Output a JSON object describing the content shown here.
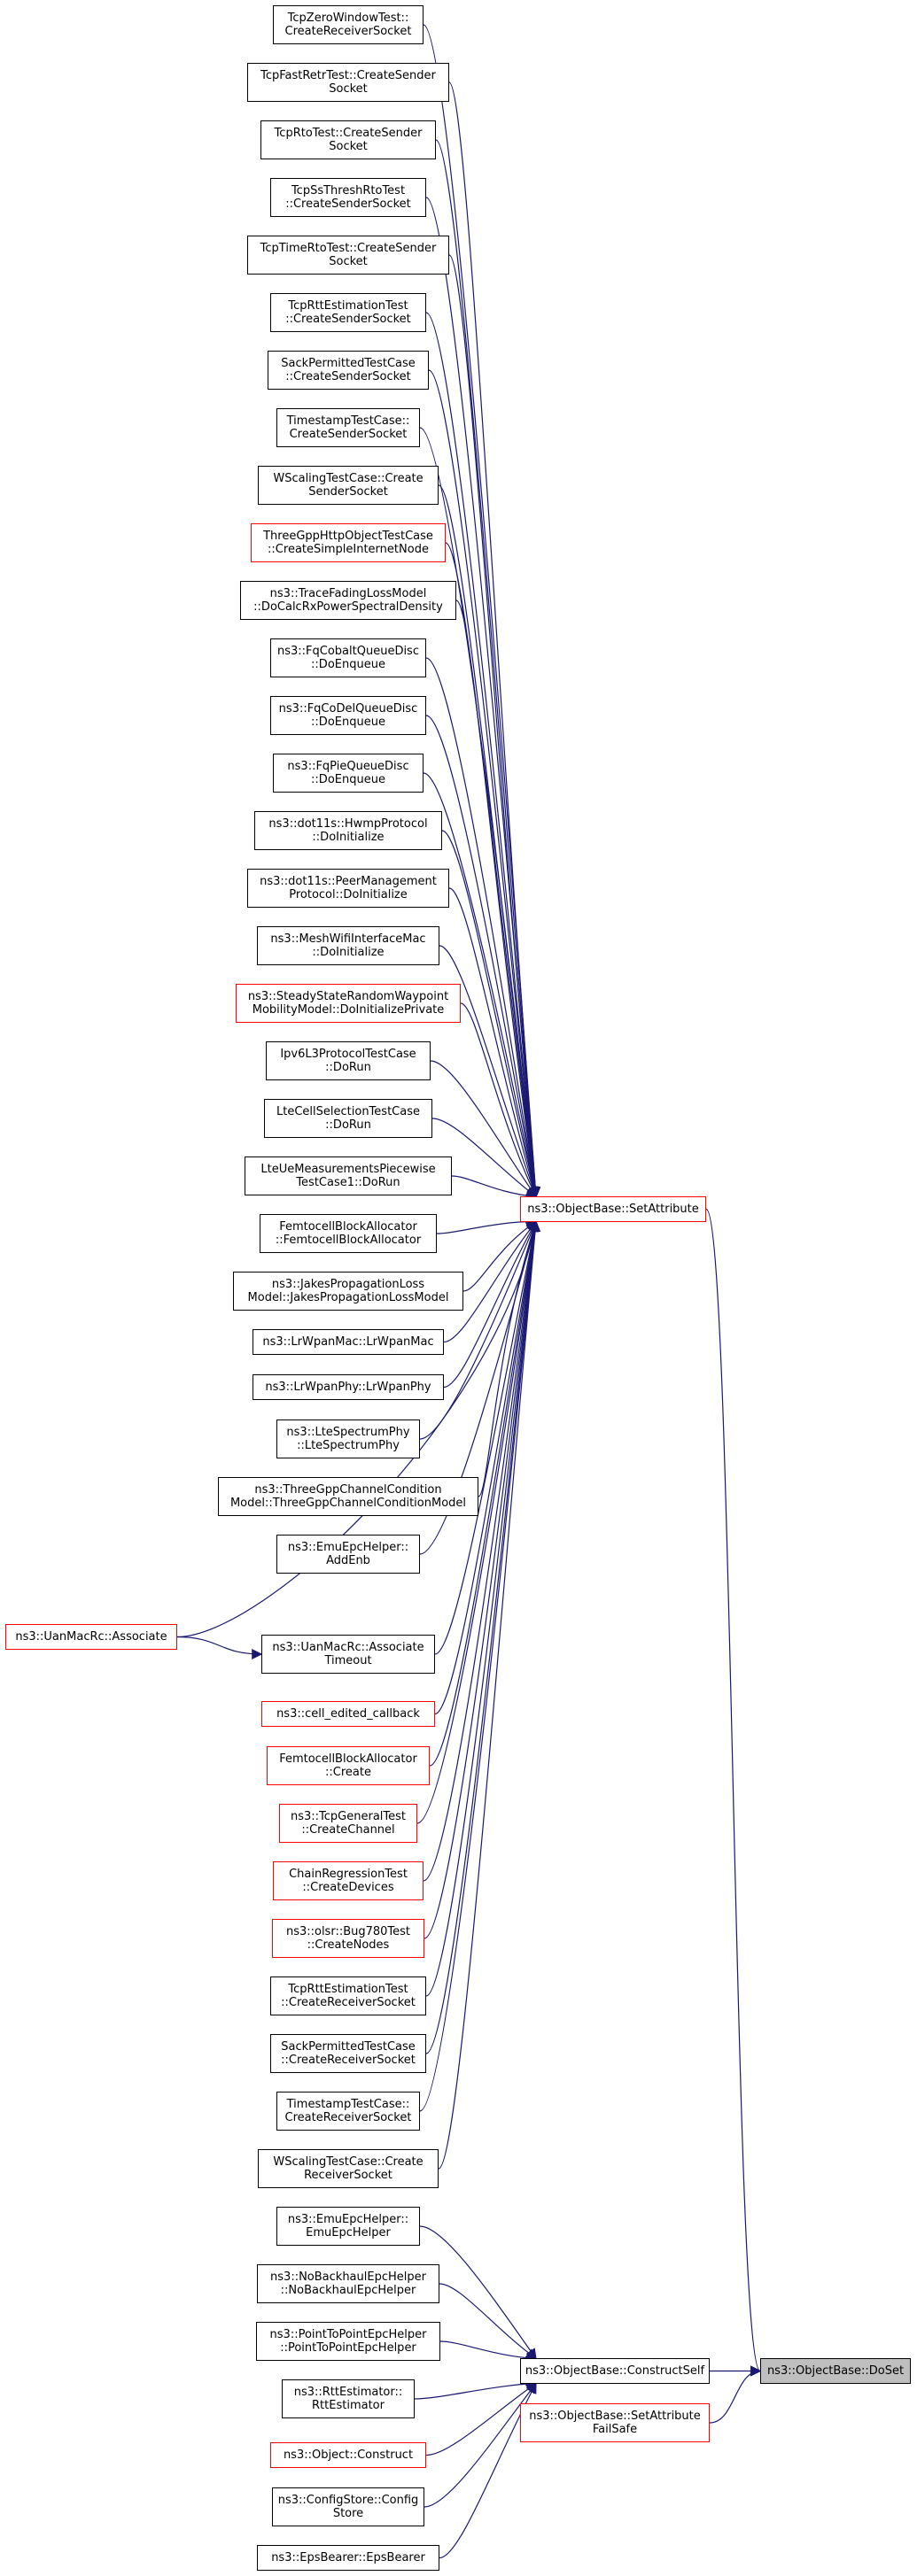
{
  "focus": {
    "id": "doset",
    "lines": [
      "ns3::ObjectBase::DoSet"
    ]
  },
  "colors": {
    "edge": "#191970",
    "border_default": "#000000",
    "border_red": "#ff0000",
    "focus_fill": "#bfbfbf"
  },
  "nodes": [
    {
      "id": "n01",
      "lines": [
        "TcpZeroWindowTest::",
        "CreateReceiverSocket"
      ],
      "border": "black"
    },
    {
      "id": "n02",
      "lines": [
        "TcpFastRetrTest::CreateSender",
        "Socket"
      ],
      "border": "black"
    },
    {
      "id": "n03",
      "lines": [
        "TcpRtoTest::CreateSender",
        "Socket"
      ],
      "border": "black"
    },
    {
      "id": "n04",
      "lines": [
        "TcpSsThreshRtoTest",
        "::CreateSenderSocket"
      ],
      "border": "black"
    },
    {
      "id": "n05",
      "lines": [
        "TcpTimeRtoTest::CreateSender",
        "Socket"
      ],
      "border": "black"
    },
    {
      "id": "n06",
      "lines": [
        "TcpRttEstimationTest",
        "::CreateSenderSocket"
      ],
      "border": "black"
    },
    {
      "id": "n07",
      "lines": [
        "SackPermittedTestCase",
        "::CreateSenderSocket"
      ],
      "border": "black"
    },
    {
      "id": "n08",
      "lines": [
        "TimestampTestCase::",
        "CreateSenderSocket"
      ],
      "border": "black"
    },
    {
      "id": "n09",
      "lines": [
        "WScalingTestCase::Create",
        "SenderSocket"
      ],
      "border": "black"
    },
    {
      "id": "n10",
      "lines": [
        "ThreeGppHttpObjectTestCase",
        "::CreateSimpleInternetNode"
      ],
      "border": "red"
    },
    {
      "id": "n11",
      "lines": [
        "ns3::TraceFadingLossModel",
        "::DoCalcRxPowerSpectralDensity"
      ],
      "border": "black"
    },
    {
      "id": "n12",
      "lines": [
        "ns3::FqCobaltQueueDisc",
        "::DoEnqueue"
      ],
      "border": "black"
    },
    {
      "id": "n13",
      "lines": [
        "ns3::FqCoDelQueueDisc",
        "::DoEnqueue"
      ],
      "border": "black"
    },
    {
      "id": "n14",
      "lines": [
        "ns3::FqPieQueueDisc",
        "::DoEnqueue"
      ],
      "border": "black"
    },
    {
      "id": "n15",
      "lines": [
        "ns3::dot11s::HwmpProtocol",
        "::DoInitialize"
      ],
      "border": "black"
    },
    {
      "id": "n16",
      "lines": [
        "ns3::dot11s::PeerManagement",
        "Protocol::DoInitialize"
      ],
      "border": "black"
    },
    {
      "id": "n17",
      "lines": [
        "ns3::MeshWifiInterfaceMac",
        "::DoInitialize"
      ],
      "border": "black"
    },
    {
      "id": "n18",
      "lines": [
        "ns3::SteadyStateRandomWaypoint",
        "MobilityModel::DoInitializePrivate"
      ],
      "border": "red"
    },
    {
      "id": "n19",
      "lines": [
        "Ipv6L3ProtocolTestCase",
        "::DoRun"
      ],
      "border": "black"
    },
    {
      "id": "n20",
      "lines": [
        "LteCellSelectionTestCase",
        "::DoRun"
      ],
      "border": "black"
    },
    {
      "id": "n21",
      "lines": [
        "LteUeMeasurementsPiecewise",
        "TestCase1::DoRun"
      ],
      "border": "black"
    },
    {
      "id": "n22",
      "lines": [
        "FemtocellBlockAllocator",
        "::FemtocellBlockAllocator"
      ],
      "border": "black"
    },
    {
      "id": "n23",
      "lines": [
        "ns3::JakesPropagationLoss",
        "Model::JakesPropagationLossModel"
      ],
      "border": "black"
    },
    {
      "id": "n24",
      "lines": [
        "ns3::LrWpanMac::LrWpanMac"
      ],
      "border": "black"
    },
    {
      "id": "n25",
      "lines": [
        "ns3::LrWpanPhy::LrWpanPhy"
      ],
      "border": "black"
    },
    {
      "id": "n26",
      "lines": [
        "ns3::LteSpectrumPhy",
        "::LteSpectrumPhy"
      ],
      "border": "black"
    },
    {
      "id": "n27",
      "lines": [
        "ns3::ThreeGppChannelCondition",
        "Model::ThreeGppChannelConditionModel"
      ],
      "border": "black"
    },
    {
      "id": "n28",
      "lines": [
        "ns3::EmuEpcHelper::",
        "AddEnb"
      ],
      "border": "black"
    },
    {
      "id": "n29",
      "lines": [
        "ns3::UanMacRc::Associate"
      ],
      "border": "red"
    },
    {
      "id": "n30",
      "lines": [
        "ns3::UanMacRc::Associate",
        "Timeout"
      ],
      "border": "black"
    },
    {
      "id": "n31",
      "lines": [
        "ns3::cell_edited_callback"
      ],
      "border": "red"
    },
    {
      "id": "n32",
      "lines": [
        "FemtocellBlockAllocator",
        "::Create"
      ],
      "border": "red"
    },
    {
      "id": "n33",
      "lines": [
        "ns3::TcpGeneralTest",
        "::CreateChannel"
      ],
      "border": "red"
    },
    {
      "id": "n34",
      "lines": [
        "ChainRegressionTest",
        "::CreateDevices"
      ],
      "border": "red"
    },
    {
      "id": "n35",
      "lines": [
        "ns3::olsr::Bug780Test",
        "::CreateNodes"
      ],
      "border": "red"
    },
    {
      "id": "n36",
      "lines": [
        "TcpRttEstimationTest",
        "::CreateReceiverSocket"
      ],
      "border": "black"
    },
    {
      "id": "n37",
      "lines": [
        "SackPermittedTestCase",
        "::CreateReceiverSocket"
      ],
      "border": "black"
    },
    {
      "id": "n38",
      "lines": [
        "TimestampTestCase::",
        "CreateReceiverSocket"
      ],
      "border": "black"
    },
    {
      "id": "n39",
      "lines": [
        "WScalingTestCase::Create",
        "ReceiverSocket"
      ],
      "border": "black"
    },
    {
      "id": "n40",
      "lines": [
        "ns3::EmuEpcHelper::",
        "EmuEpcHelper"
      ],
      "border": "black"
    },
    {
      "id": "n41",
      "lines": [
        "ns3::NoBackhaulEpcHelper",
        "::NoBackhaulEpcHelper"
      ],
      "border": "black"
    },
    {
      "id": "n42",
      "lines": [
        "ns3::PointToPointEpcHelper",
        "::PointToPointEpcHelper"
      ],
      "border": "black"
    },
    {
      "id": "n43",
      "lines": [
        "ns3::RttEstimator::",
        "RttEstimator"
      ],
      "border": "black"
    },
    {
      "id": "n44",
      "lines": [
        "ns3::Object::Construct"
      ],
      "border": "red"
    },
    {
      "id": "n45",
      "lines": [
        "ns3::ConfigStore::Config",
        "Store"
      ],
      "border": "black"
    },
    {
      "id": "n46",
      "lines": [
        "ns3::EpsBearer::EpsBearer"
      ],
      "border": "black"
    },
    {
      "id": "setattr",
      "lines": [
        "ns3::ObjectBase::SetAttribute"
      ],
      "border": "red"
    },
    {
      "id": "construct",
      "lines": [
        "ns3::ObjectBase::ConstructSelf"
      ],
      "border": "black"
    },
    {
      "id": "failsafe",
      "lines": [
        "ns3::ObjectBase::SetAttribute",
        "FailSafe"
      ],
      "border": "red"
    }
  ],
  "edges": [
    [
      "n01",
      "setattr"
    ],
    [
      "n02",
      "setattr"
    ],
    [
      "n03",
      "setattr"
    ],
    [
      "n04",
      "setattr"
    ],
    [
      "n05",
      "setattr"
    ],
    [
      "n06",
      "setattr"
    ],
    [
      "n07",
      "setattr"
    ],
    [
      "n08",
      "setattr"
    ],
    [
      "n09",
      "setattr"
    ],
    [
      "n10",
      "setattr"
    ],
    [
      "n11",
      "setattr"
    ],
    [
      "n12",
      "setattr"
    ],
    [
      "n13",
      "setattr"
    ],
    [
      "n14",
      "setattr"
    ],
    [
      "n15",
      "setattr"
    ],
    [
      "n16",
      "setattr"
    ],
    [
      "n17",
      "setattr"
    ],
    [
      "n18",
      "setattr"
    ],
    [
      "n19",
      "setattr"
    ],
    [
      "n20",
      "setattr"
    ],
    [
      "n21",
      "setattr"
    ],
    [
      "n22",
      "setattr"
    ],
    [
      "n23",
      "setattr"
    ],
    [
      "n24",
      "setattr"
    ],
    [
      "n25",
      "setattr"
    ],
    [
      "n26",
      "setattr"
    ],
    [
      "n27",
      "setattr"
    ],
    [
      "n28",
      "setattr"
    ],
    [
      "n29",
      "setattr"
    ],
    [
      "n30",
      "setattr"
    ],
    [
      "n31",
      "setattr"
    ],
    [
      "n32",
      "setattr"
    ],
    [
      "n33",
      "setattr"
    ],
    [
      "n34",
      "setattr"
    ],
    [
      "n35",
      "setattr"
    ],
    [
      "n36",
      "setattr"
    ],
    [
      "n37",
      "setattr"
    ],
    [
      "n38",
      "setattr"
    ],
    [
      "n39",
      "setattr"
    ],
    [
      "n29",
      "n30"
    ],
    [
      "n40",
      "construct"
    ],
    [
      "n41",
      "construct"
    ],
    [
      "n42",
      "construct"
    ],
    [
      "n43",
      "construct"
    ],
    [
      "n44",
      "construct"
    ],
    [
      "n45",
      "construct"
    ],
    [
      "n46",
      "construct"
    ],
    [
      "setattr",
      "doset"
    ],
    [
      "construct",
      "doset"
    ],
    [
      "failsafe",
      "doset"
    ]
  ]
}
